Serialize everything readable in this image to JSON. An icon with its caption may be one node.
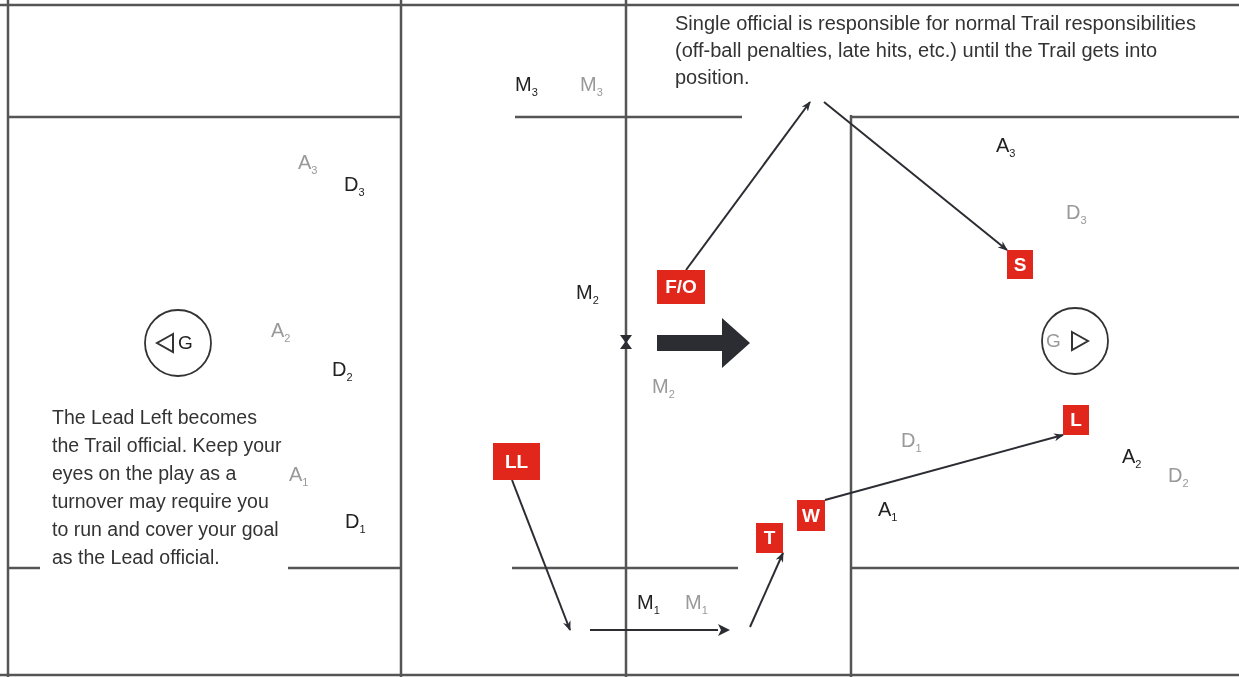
{
  "diagram": {
    "nodes": [
      {
        "text": [
          "Single official is responsible for normal Trail responsibilities (off-ball penalties, late hits, etc.) until the Trail gets into position."
        ]
      },
      {
        "text": [
          "F/O"
        ]
      },
      {
        "text": [
          "S"
        ]
      },
      {
        "text": [
          "G"
        ]
      },
      {
        "text": [
          "G"
        ]
      },
      {
        "text": [
          "L"
        ]
      },
      {
        "text": [
          "LL"
        ]
      },
      {
        "text": [
          "T"
        ]
      },
      {
        "text": [
          "W"
        ]
      }
    ],
    "edges": [
      {
        "from": 1,
        "to": 0,
        "arrow": "to"
      },
      {
        "from": 0,
        "to": 2,
        "arrow": "to"
      },
      {
        "from": 8,
        "to": 5,
        "arrow": "to"
      },
      {
        "from": 6,
        "to": null,
        "arrow": "to"
      },
      {
        "from": null,
        "to": 7,
        "arrow": "to"
      }
    ],
    "labels": [
      "M$_{3}$",
      "M$_{3}$",
      "A$_{3}$",
      "A$_{3}$",
      "D$_{3}$",
      "D$_{3}$",
      "M$_{2}$",
      "A$_{2}$",
      "D$_{2}$",
      "M$_{2}$",
      "D$_{1}$",
      "The Lead Left becomes the Trail official. Keep your eyes on the play as a turnover may require you to run and cover your goal as the Lead official.",
      "A$_{2}$",
      "D$_{2}$",
      "A$_{1}$",
      "D$_{1}$",
      "A$_{1}$",
      "M$_{1}$",
      "M$_{1}$"
    ]
  }
}
